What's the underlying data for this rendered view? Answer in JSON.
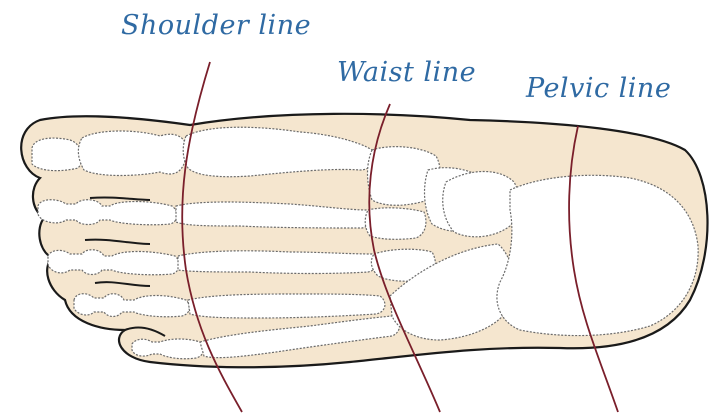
{
  "labels": {
    "shoulder": "Shoulder line",
    "waist": "Waist line",
    "pelvic": "Pelvic line"
  },
  "colors": {
    "label_text": "#2f6aa3",
    "reference_line": "#7a1f2b",
    "skin_fill": "#f5e6cf",
    "bone_fill": "#ffffff",
    "outline": "#1a1a1a",
    "bone_stroke": "#6b6b6b"
  }
}
